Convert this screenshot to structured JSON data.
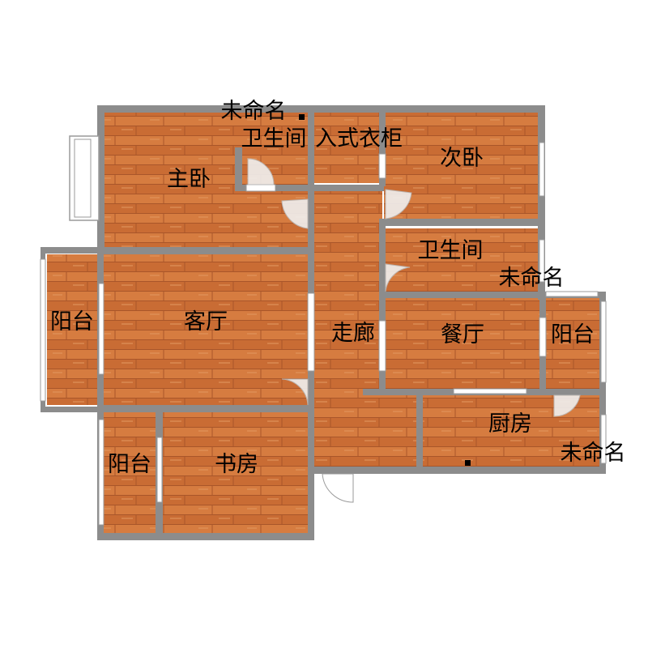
{
  "floorplan": {
    "colors": {
      "floor": "#d0753a",
      "floor_light": "#e09050",
      "wall": "#8c8c8c",
      "window": "#ffffff",
      "door_swing": "#f2f2f2",
      "background": "#ffffff"
    },
    "rooms": [
      {
        "id": "master-bedroom",
        "label": "主卧"
      },
      {
        "id": "bathroom-1",
        "label": "卫生间"
      },
      {
        "id": "walk-in-closet",
        "label": "入式衣柜"
      },
      {
        "id": "second-bedroom",
        "label": "次卧"
      },
      {
        "id": "bathroom-2",
        "label": "卫生间"
      },
      {
        "id": "living-room",
        "label": "客厅"
      },
      {
        "id": "corridor",
        "label": "走廊"
      },
      {
        "id": "dining-room",
        "label": "餐厅"
      },
      {
        "id": "kitchen",
        "label": "厨房"
      },
      {
        "id": "study",
        "label": "书房"
      },
      {
        "id": "balcony-west",
        "label": "阳台"
      },
      {
        "id": "balcony-south",
        "label": "阳台"
      },
      {
        "id": "balcony-east",
        "label": "阳台"
      }
    ],
    "unnamed_labels": [
      {
        "id": "unnamed-top",
        "label": "未命名"
      },
      {
        "id": "unnamed-right",
        "label": "未命名"
      },
      {
        "id": "unnamed-bottom-right",
        "label": "未命名"
      }
    ]
  }
}
